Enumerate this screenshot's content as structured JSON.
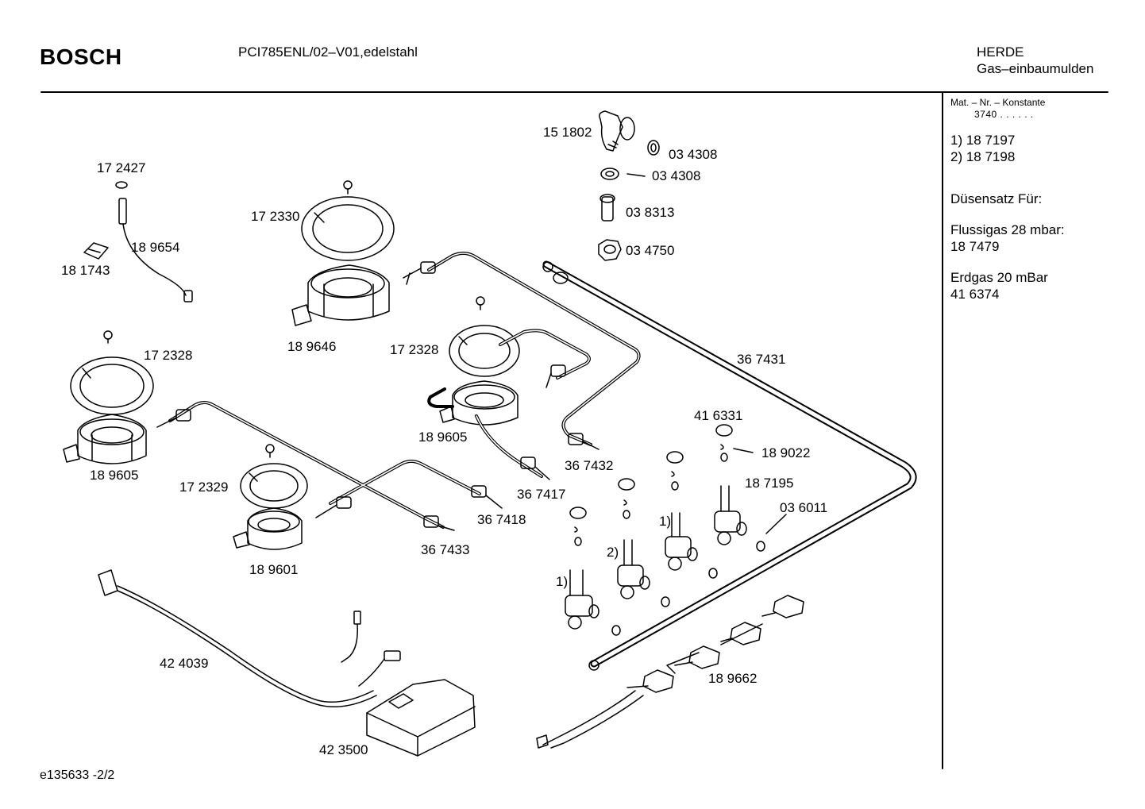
{
  "header": {
    "brand": "BOSCH",
    "model": "PCI785ENL/02–V01,edelstahl",
    "category_line1": "HERDE",
    "category_line2": "Gas–einbaumulden"
  },
  "sidebar": {
    "mat_nr": "Mat. – Nr. – Konstante",
    "mat_value": "3740  .  .    .  .  .  .",
    "variant_1": "1)  18 7197",
    "variant_2": "2)  18 7198",
    "nozzle_heading": "Düsensatz Für:",
    "lpg_label": "Flussigas 28 mbar:",
    "lpg_value": "18 7479",
    "ng_label": "Erdgas 20 mBar",
    "ng_value": "41 6374"
  },
  "footer": {
    "drawing_id": "e135633   -2/2"
  },
  "parts": [
    {
      "id": "p-151802",
      "label": "15 1802"
    },
    {
      "id": "p-034308a",
      "label": "03 4308"
    },
    {
      "id": "p-034308b",
      "label": "03 4308"
    },
    {
      "id": "p-038313",
      "label": "03 8313"
    },
    {
      "id": "p-034750",
      "label": "03 4750"
    },
    {
      "id": "p-172427",
      "label": "17 2427"
    },
    {
      "id": "p-189654",
      "label": "18 9654"
    },
    {
      "id": "p-181743",
      "label": "18 1743"
    },
    {
      "id": "p-172330",
      "label": "17 2330"
    },
    {
      "id": "p-189646",
      "label": "18 9646"
    },
    {
      "id": "p-172328a",
      "label": "17 2328"
    },
    {
      "id": "p-172328b",
      "label": "17 2328"
    },
    {
      "id": "p-189605a",
      "label": "18 9605"
    },
    {
      "id": "p-189605b",
      "label": "18 9605"
    },
    {
      "id": "p-367431",
      "label": "36 7431"
    },
    {
      "id": "p-416331",
      "label": "41 6331"
    },
    {
      "id": "p-189022",
      "label": "18 9022"
    },
    {
      "id": "p-187195",
      "label": "18 7195"
    },
    {
      "id": "p-036011",
      "label": "03 6011"
    },
    {
      "id": "p-367432",
      "label": "36 7432"
    },
    {
      "id": "p-367417",
      "label": "36 7417"
    },
    {
      "id": "p-367418",
      "label": "36 7418"
    },
    {
      "id": "p-367433",
      "label": "36 7433"
    },
    {
      "id": "p-172329",
      "label": "17 2329"
    },
    {
      "id": "p-189601",
      "label": "18 9601"
    },
    {
      "id": "p-424039",
      "label": "42 4039"
    },
    {
      "id": "p-423500",
      "label": "42 3500"
    },
    {
      "id": "p-189662",
      "label": "18 9662"
    },
    {
      "id": "m-1a",
      "label": "1)"
    },
    {
      "id": "m-1b",
      "label": "1)"
    },
    {
      "id": "m-2",
      "label": "2)"
    }
  ]
}
